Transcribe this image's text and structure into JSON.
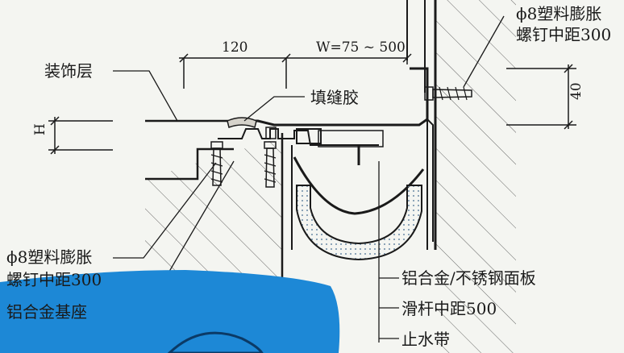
{
  "labels": {
    "decoration_layer": "装饰层",
    "sealant": "填缝胶",
    "dim_120": "120",
    "dim_w": "W=75 ~ 500",
    "dim_40": "40",
    "dim_h": "H",
    "bolt_top_line1": "ϕ8塑料膨胀",
    "bolt_top_line2": "螺钉中距300",
    "bolt_left_line1": "ϕ8塑料膨胀",
    "bolt_left_line2": "螺钉中距300",
    "base": "铝合金基座",
    "cover_plate": "铝合金/不锈钢面板",
    "slide_bar": "滑杆中距500",
    "waterstop": "止水带"
  },
  "colors": {
    "line": "#1a1a1a",
    "background": "#f4f5f1",
    "water": "#d7e8f4",
    "blue_blob": "#1d88d6"
  }
}
